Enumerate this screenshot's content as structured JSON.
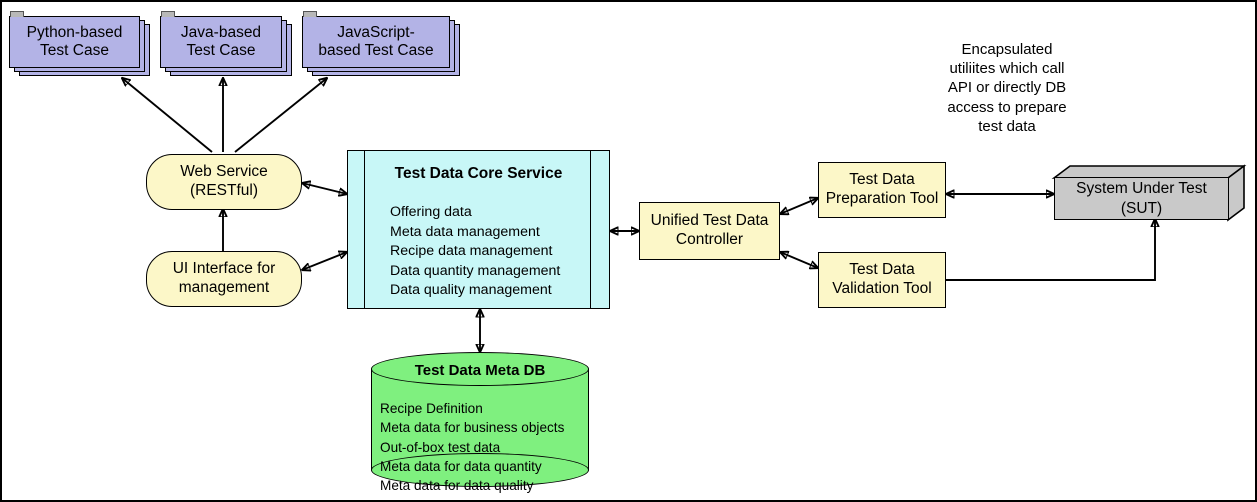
{
  "diagram": {
    "title": "Test Data Service Architecture",
    "colors": {
      "test_case_fill": "#b3b3e6",
      "service_fill": "#fcf7c8",
      "core_fill": "#c8f7f7",
      "db_fill": "#7ff07f",
      "sut_fill": "#c9c9c9",
      "stroke": "#000000",
      "background": "#ffffff"
    }
  },
  "test_cases": [
    {
      "line1": "Python-based",
      "line2": "Test Case"
    },
    {
      "line1": "Java-based",
      "line2": "Test Case"
    },
    {
      "line1": "JavaScript-",
      "line2": "based Test Case"
    }
  ],
  "interfaces": [
    {
      "line1": "Web Service",
      "line2": "(RESTful)"
    },
    {
      "line1": "UI Interface for",
      "line2": "management"
    }
  ],
  "core_service": {
    "title": "Test Data Core Service",
    "items": [
      "Offering data",
      "Meta data management",
      "Recipe data management",
      "Data quantity management",
      "Data quality management"
    ]
  },
  "database": {
    "title": "Test Data Meta DB",
    "items": [
      "Recipe Definition",
      "Meta data for business objects",
      "Out-of-box test data",
      "Meta data for data quantity",
      "Meta data for data quality"
    ]
  },
  "controller": {
    "line1": "Unified Test Data",
    "line2": "Controller"
  },
  "tools": [
    {
      "line1": "Test Data",
      "line2": "Preparation Tool"
    },
    {
      "line1": "Test Data",
      "line2": "Validation Tool"
    }
  ],
  "sut": {
    "line1": "System Under Test",
    "line2": "(SUT)"
  },
  "annotation": {
    "text": "Encapsulated utiliites which call API or directly DB access to prepare test data"
  }
}
